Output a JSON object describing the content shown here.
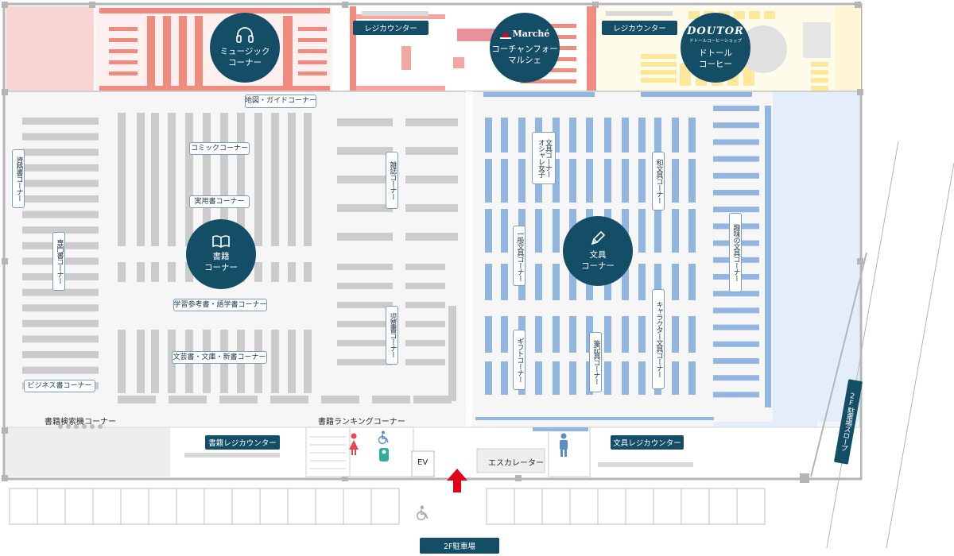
{
  "colors": {
    "accent": "#144e66",
    "book_shelf": "#c8c8c8",
    "stationery_shelf": "#93b6e0",
    "music_shelf": "#f08b7f",
    "cafe": "#ffe9a0"
  },
  "zones": {
    "music": "ミュージックコーナー",
    "marche_logo": "Marché",
    "marche_1": "コーチャンフォー",
    "marche_2": "マルシェ",
    "doutor_logo": "DOUTOR",
    "doutor_sub": "ドトールコーヒーショップ",
    "doutor_1": "ドトール",
    "doutor_2": "コーヒー",
    "books_1": "書籍",
    "books_2": "コーナー",
    "stationery_1": "文具",
    "stationery_2": "コーナー"
  },
  "counters": {
    "register_top_1": "レジカウンター",
    "register_top_2": "レジカウンター",
    "book_register": "書籍レジカウンター",
    "stationery_register": "文具レジカウンター"
  },
  "corners": {
    "map_guide": "地図・ガイドコーナー",
    "comic": "コミックコーナー",
    "practical": "実用書コーナー",
    "study": "学習参考書・語学書コーナー",
    "literature": "文芸書・文庫・新書コーナー",
    "business": "ビジネス書コーナー",
    "qualification": "資格書コーナー",
    "specialist": "専門書コーナー",
    "magazine": "雑誌コーナー",
    "children": "児童書コーナー",
    "stylish_1": "オシャレ女子",
    "stylish_2": "文具コーナー",
    "general_stationery": "一般文具コーナー",
    "gift": "ギフトコーナー",
    "writing": "筆記具コーナー",
    "japanese_stationery": "和文具コーナー",
    "character": "キャラクター文具コーナー",
    "hobby": "趣味の文具コーナー"
  },
  "other": {
    "search_terminal": "書籍検索機コーナー",
    "ranking": "書籍ランキングコーナー",
    "ev": "EV",
    "escalator": "エスカレーター",
    "slope": "2F駐車場スロープ",
    "parking": "2F駐車場"
  },
  "icons": [
    "headphones-icon",
    "book-icon",
    "pen-icon",
    "restroom-female-icon",
    "restroom-male-icon",
    "wheelchair-icon",
    "baby-icon",
    "entrance-arrow-icon"
  ]
}
